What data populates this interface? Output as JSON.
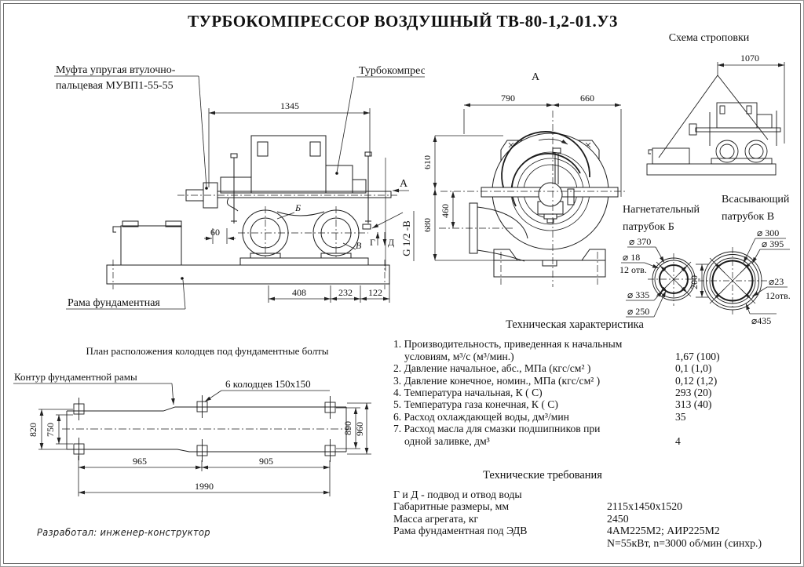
{
  "page": {
    "title": "ТУРБОКОМПРЕССОР ВОЗДУШНЫЙ ТВ-80-1,2-01.У3",
    "developed_by": "Разработал: инженер-конструктор"
  },
  "side_view": {
    "coupling_label_1": "Муфта упругая втулочно-",
    "coupling_label_2": "пальцевая МУВП1-55-55",
    "turbo_label": "Турбокомпрессор",
    "frame_label": "Рама фундаментная",
    "dim_1345": "1345",
    "dim_60": "60",
    "dim_408": "408",
    "dim_232": "232",
    "dim_122": "122",
    "view_a": "А",
    "pt_b": "Б",
    "pt_v": "В",
    "pt_g": "Г",
    "pt_d": "Д",
    "thread": "G 1/2 -В"
  },
  "front_view": {
    "view_a": "А",
    "dim_790": "790",
    "dim_660": "660",
    "dim_610": "610",
    "dim_460": "460",
    "dim_680": "680"
  },
  "sling": {
    "title": "Схема строповки",
    "dim_1070": "1070"
  },
  "flanges": {
    "discharge_title_1": "Нагнетательный",
    "discharge_title_2": "патрубок Б",
    "suction_title_1": "Всасывающий",
    "suction_title_2": "патрубок В",
    "dim_200": "200",
    "d370": "⌀ 370",
    "d18": "⌀ 18",
    "holes12_b": "12 отв.",
    "d335": "⌀ 335",
    "d250": "⌀ 250",
    "d300": "⌀ 300",
    "d395": "⌀ 395",
    "d23": "⌀23",
    "holes12_v": "12отв.",
    "d435": "⌀435"
  },
  "tech_chars": {
    "title": "Техническая характеристика",
    "rows": [
      {
        "line1": "1. Производительность, приведенная к начальным",
        "line2": "условиям, м³/с (м³/мин.)",
        "value": "1,67 (100)"
      },
      {
        "line1": "2. Давление начальное, абс., МПа (кгс/см² )",
        "value": "0,1 (1,0)"
      },
      {
        "line1": "3. Давление конечное, номин., МПа (кгс/см² )",
        "value": "0,12 (1,2)"
      },
      {
        "line1": "4. Температура начальная, К ( С)",
        "value": "293 (20)"
      },
      {
        "line1": "5. Температура газа конечная, К ( С)",
        "value": "313 (40)"
      },
      {
        "line1": "6. Расход охлаждающей воды, дм³/мин",
        "value": "35"
      },
      {
        "line1": "7. Расход масла для смазки подшипников при",
        "line2": "одной заливке, дм³",
        "value": "4"
      }
    ]
  },
  "tech_reqs": {
    "title": "Технические требования",
    "rows": [
      {
        "label": "Г и Д - подвод и отвод воды",
        "value": ""
      },
      {
        "label": "Габаритные размеры, мм",
        "value": "2115х1450х1520"
      },
      {
        "label": "Масса агрегата, кг",
        "value": "2450"
      },
      {
        "label": "Рама фундаментная под ЭДВ",
        "value": "4АМ225М2; АИР225М2"
      },
      {
        "label": "",
        "value": "N=55кВт,  n=3000 об/мин (синхр.)"
      }
    ]
  },
  "plan": {
    "title": "План расположения колодцев под фундаментные болты",
    "contour_label": "Контур фундаментной рамы",
    "wells_label": "6 колодцев 150х150",
    "dim_820": "820",
    "dim_750": "750",
    "dim_890": "890",
    "dim_960": "960",
    "dim_965": "965",
    "dim_905": "905",
    "dim_1990": "1990"
  }
}
